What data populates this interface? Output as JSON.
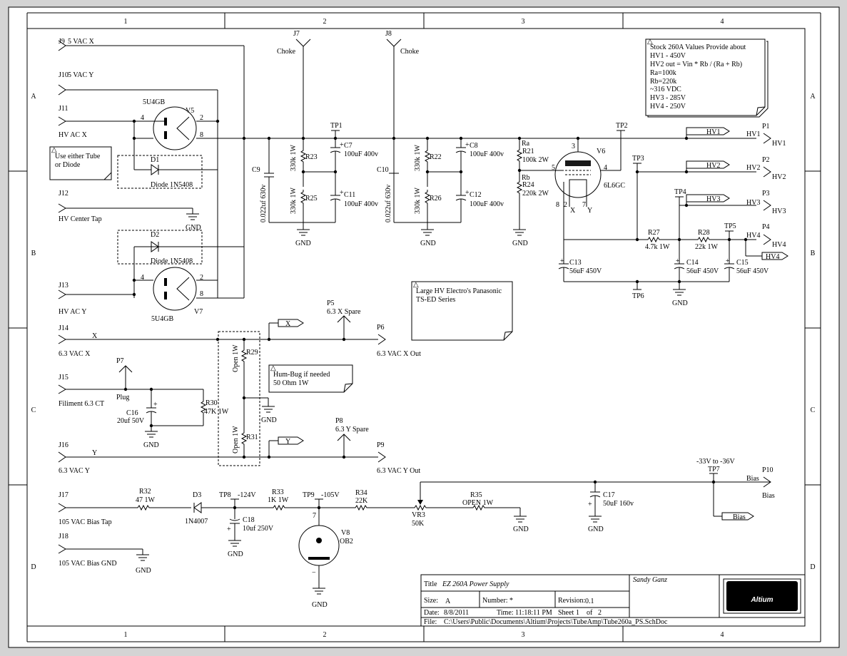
{
  "border": {
    "columns": [
      "1",
      "2",
      "3",
      "4"
    ],
    "rows": [
      "A",
      "B",
      "C",
      "D"
    ]
  },
  "notes": {
    "stock": [
      "Stock 260A Values Provide about",
      "HV1 - 450V",
      "HV2 out = Vin * Rb / (Ra + Rb)",
      "Ra=100k",
      "Rb=220k",
      "~316 VDC",
      "HV3 - 285V",
      "HV4 - 250V"
    ],
    "either": [
      "Use either Tube",
      "or Diode"
    ],
    "electro": [
      "Large HV Electro's Panasonic",
      "TS-ED Series"
    ],
    "humbug": [
      "Hum-Bug if needed",
      "50 Ohm 1W"
    ]
  },
  "labels": {
    "j9": "J9",
    "j9_text": "5 VAC  X",
    "j10": "J10",
    "j10_text": "5 VAC  Y",
    "j11": "J11",
    "j11_text": "HV AC X",
    "j12": "J12",
    "j12_text": "HV Center Tap",
    "j13": "J13",
    "j13_text": "HV AC Y",
    "j14": "J14",
    "j14_text": "6.3 VAC X",
    "j15": "J15",
    "j15_text": "Filiment 6.3 CT",
    "j16": "J16",
    "j16_text": "6.3 VAC Y",
    "j17": "J17",
    "j17_text": "105 VAC Bias Tap",
    "j18": "J18",
    "j18_text": "105 VAC Bias GND",
    "j7": "J7",
    "j8": "J8",
    "choke": "Choke",
    "v5": "V5",
    "v5_type": "5U4GB",
    "v7": "V7",
    "v7_type": "5U4GB",
    "d1": "D1",
    "d1_type": "Diode 1N5408",
    "d2": "D2",
    "d2_type": "Diode 1N5408",
    "gnd": "GND",
    "c9": "C9",
    "c9_val": "0.022uf 630v",
    "c10": "C10",
    "c10_val": "0.022uf 630v",
    "r23": "R23",
    "r25": "R25",
    "r22": "R22",
    "r26": "R26",
    "r_330k": "330k 1W",
    "tp1": "TP1",
    "tp2": "TP2",
    "tp3": "TP3",
    "tp4": "TP4",
    "tp5": "TP5",
    "tp6": "TP6",
    "tp7": "TP7",
    "tp8": "TP8",
    "tp9": "TP9",
    "c7": "C7",
    "c11": "C11",
    "c8": "C8",
    "c12": "C12",
    "c100": "100uF 400v",
    "ra": "Ra",
    "r21": "R21",
    "r21_val": "100k 2W",
    "rb": "Rb",
    "r24": "R24",
    "r24_val": "220k 2W",
    "v6": "V6",
    "v6_type": "6L6GC",
    "pin3": "3",
    "pin4": "4",
    "pin5": "5",
    "pin8": "8",
    "pin2": "2",
    "pin7": "7",
    "x": "X",
    "y": "Y",
    "r27": "R27",
    "r27_val": "4.7k 1W",
    "r28": "R28",
    "r28_val": "22k 1W",
    "c13": "C13",
    "c14": "C14",
    "c15": "C15",
    "c56": "56uF 450V",
    "p1": "P1",
    "p2": "P2",
    "p3": "P3",
    "p4": "P4",
    "hv1": "HV1",
    "hv2": "HV2",
    "hv3": "HV3",
    "hv4": "HV4",
    "p5": "P5",
    "p5_text": "6.3 X Spare",
    "p6": "P6",
    "p6_text": "6.3 VAC X Out",
    "p7": "P7",
    "plug": "Plug",
    "c16": "C16",
    "c16_val": "20uf 50V",
    "r30": "R30",
    "r30_val": "47K 1W",
    "r29": "R29",
    "r31": "R31",
    "open1w": "Open 1W",
    "p8": "P8",
    "p8_text": "6.3 Y Spare",
    "p9": "P9",
    "p9_text": "6.3 VAC Y Out",
    "r32": "R32",
    "r32_val": "47 1W",
    "d3": "D3",
    "d3_type": "1N4007",
    "tp8_v": "-124V",
    "c18": "C18",
    "c18_val": "10uf 250V",
    "r33": "R33",
    "r33_val": "1K 1W",
    "tp9_v": "-105V",
    "v8": "V8",
    "v8_type": "OB2",
    "pin7b": "7",
    "r34": "R34",
    "r34_val": "22K",
    "vr3": "VR3",
    "vr3_val": "50K",
    "r35": "R35",
    "r35_val": "OPEN 1W",
    "c17": "C17",
    "c17_val": "50uF 160v",
    "bias_range": "-33V to -36V",
    "p10": "P10",
    "bias": "Bias"
  },
  "title_block": {
    "title_label": "Title",
    "title": "EZ 260A Power Supply",
    "author": "Sandy Ganz",
    "size_label": "Size:",
    "size": "A",
    "number_label": "Number:",
    "number": "*",
    "revision_label": "Revision:",
    "revision": "0.1",
    "date_label": "Date:",
    "date": "8/8/2011",
    "time_label": "Time:",
    "time": "11:18:11 PM",
    "sheet_label": "Sheet",
    "sheet": "1",
    "of_label": "of",
    "sheet_total": "2",
    "file_label": "File:",
    "file": "C:\\Users\\Public\\Documents\\Altium\\Projects\\TubeAmp\\Tube260a_PS.SchDoc",
    "logo": "Altium"
  }
}
